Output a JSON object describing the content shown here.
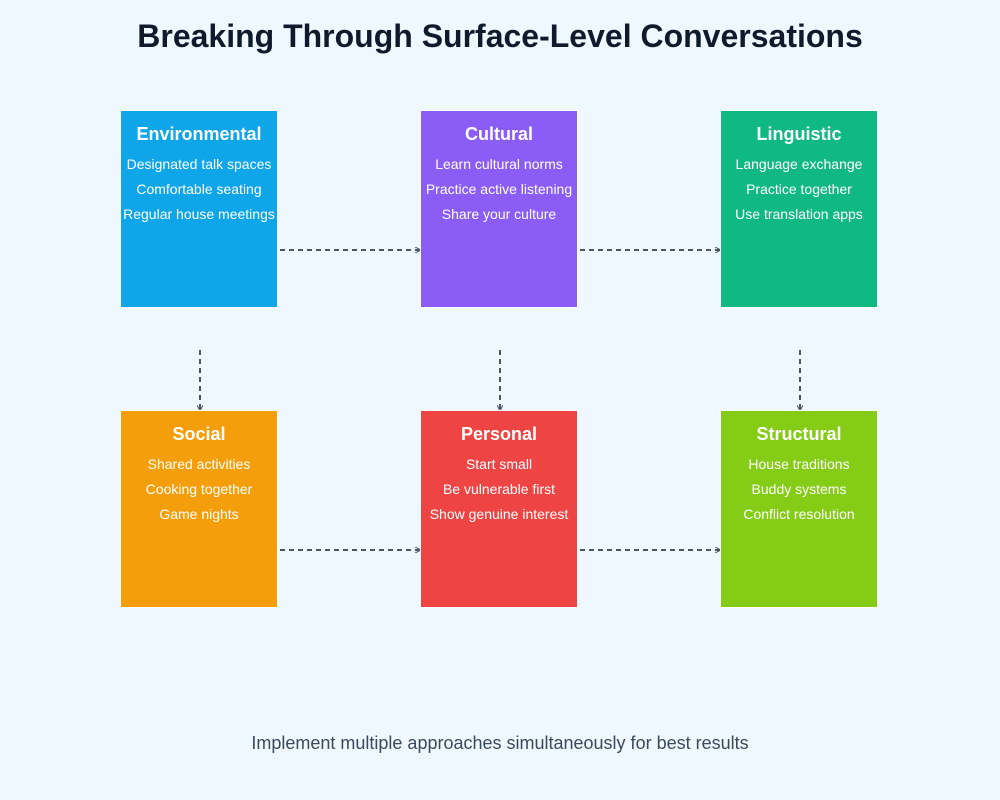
{
  "title": "Breaking Through Surface-Level Conversations",
  "footer": "Implement multiple approaches simultaneously for best results",
  "colors": {
    "background": "#f0f8ff",
    "title": "#0f1b2d",
    "connector": "#4b5563"
  },
  "boxes": [
    {
      "title": "Environmental",
      "color": "#0ea5e9",
      "items": [
        "Designated talk spaces",
        "Comfortable seating",
        "Regular house meetings"
      ]
    },
    {
      "title": "Cultural",
      "color": "#8b5cf6",
      "items": [
        "Learn cultural norms",
        "Practice active listening",
        "Share your culture"
      ]
    },
    {
      "title": "Linguistic",
      "color": "#10b981",
      "items": [
        "Language exchange",
        "Practice together",
        "Use translation apps"
      ]
    },
    {
      "title": "Social",
      "color": "#f59e0b",
      "items": [
        "Shared activities",
        "Cooking together",
        "Game nights"
      ]
    },
    {
      "title": "Personal",
      "color": "#ef4444",
      "items": [
        "Start small",
        "Be vulnerable first",
        "Show genuine interest"
      ]
    },
    {
      "title": "Structural",
      "color": "#84cc16",
      "items": [
        "House traditions",
        "Buddy systems",
        "Conflict resolution"
      ]
    }
  ]
}
